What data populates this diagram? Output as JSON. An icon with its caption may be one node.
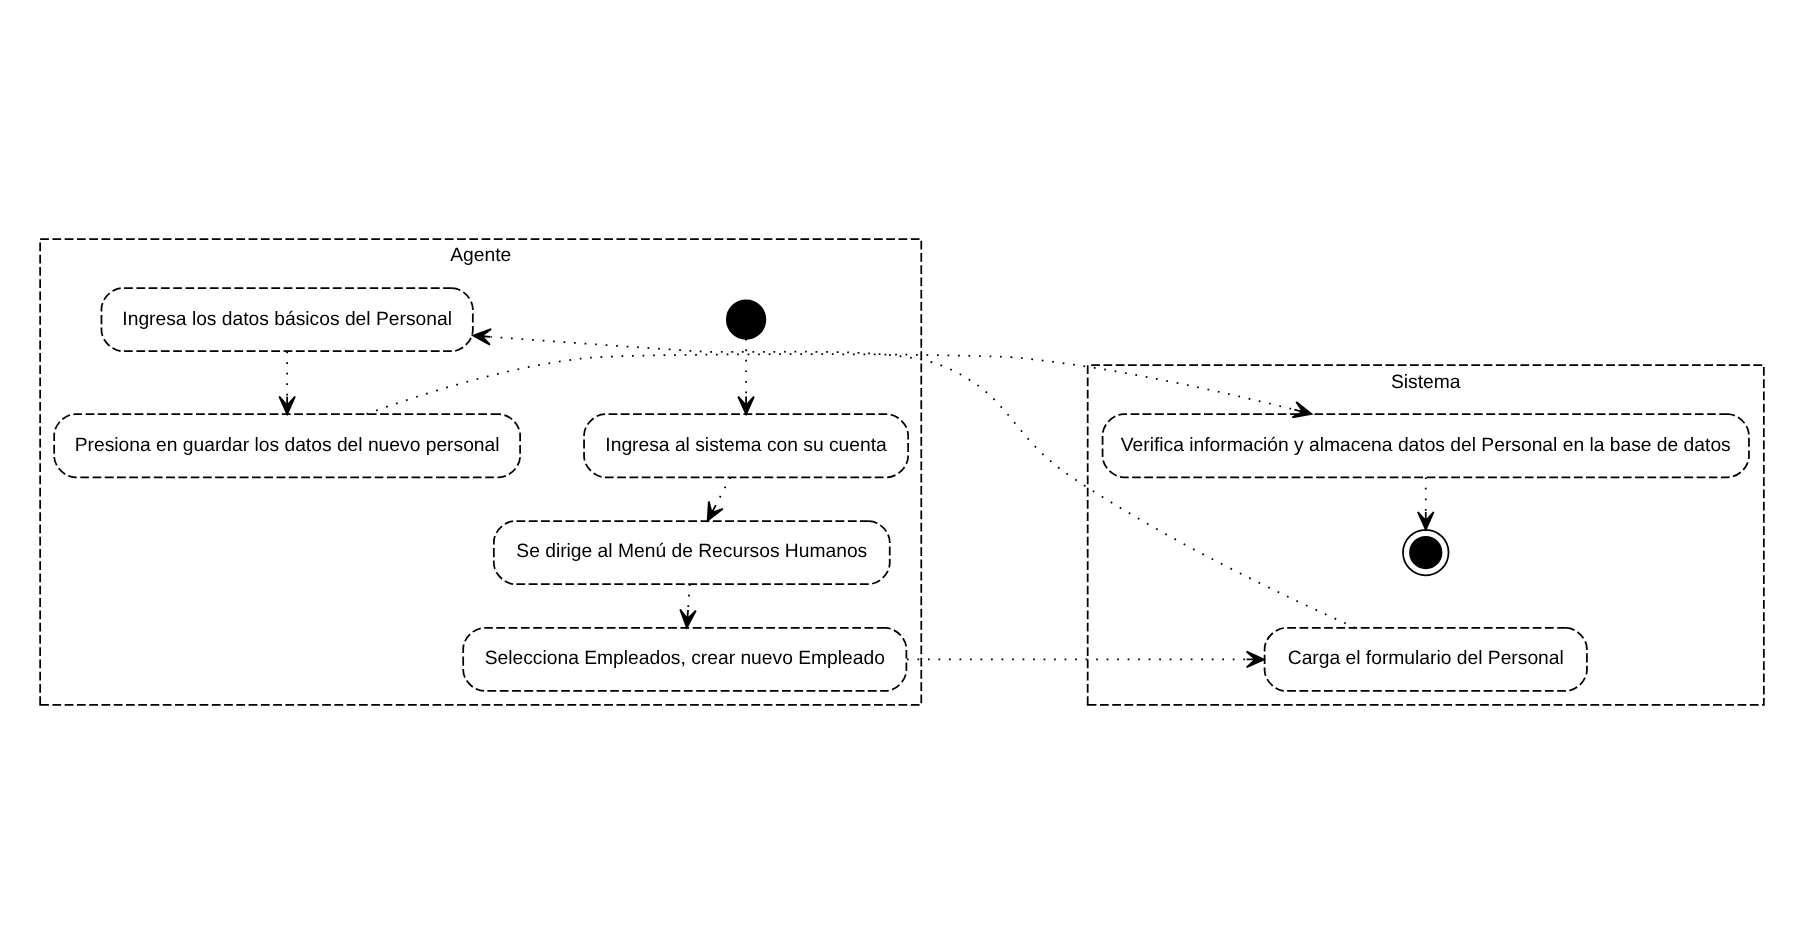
{
  "diagram": {
    "nodes": [
      {
        "text": [
          "Agente"
        ]
      },
      {
        "text": [
          "Sistema"
        ]
      },
      {
        "text": [],
        "shape": "circle",
        "in": 0
      },
      {
        "text": [
          "Ingresa al sistema con su cuenta"
        ],
        "in": 0
      },
      {
        "text": [
          "Se dirige al Menú de Recursos Humanos"
        ],
        "in": 0
      },
      {
        "text": [
          "Selecciona Empleados, crear nuevo Empleado"
        ],
        "in": 0
      },
      {
        "text": [
          "Ingresa los datos básicos del Personal"
        ],
        "in": 0
      },
      {
        "text": [
          "Presiona en guardar los datos del nuevo personal"
        ],
        "in": 0
      },
      {
        "text": [
          "Carga el formulario del Personal"
        ],
        "in": 1
      },
      {
        "text": [
          "Verifica información y almacena datos del Personal en la base de datos"
        ],
        "in": 1
      },
      {
        "text": [],
        "shape": "bullseye",
        "in": 1
      }
    ],
    "edges": [
      {
        "from": 2,
        "to": 3,
        "arrow": "to"
      },
      {
        "from": 3,
        "to": 4,
        "arrow": "to"
      },
      {
        "from": 4,
        "to": 5,
        "arrow": "to"
      },
      {
        "from": 5,
        "to": 8,
        "arrow": "to"
      },
      {
        "from": 8,
        "to": 6,
        "arrow": "to"
      },
      {
        "from": 6,
        "to": 7,
        "arrow": "to"
      },
      {
        "from": 7,
        "to": 9,
        "arrow": "to"
      },
      {
        "from": 9,
        "to": 10,
        "arrow": "to"
      }
    ]
  }
}
